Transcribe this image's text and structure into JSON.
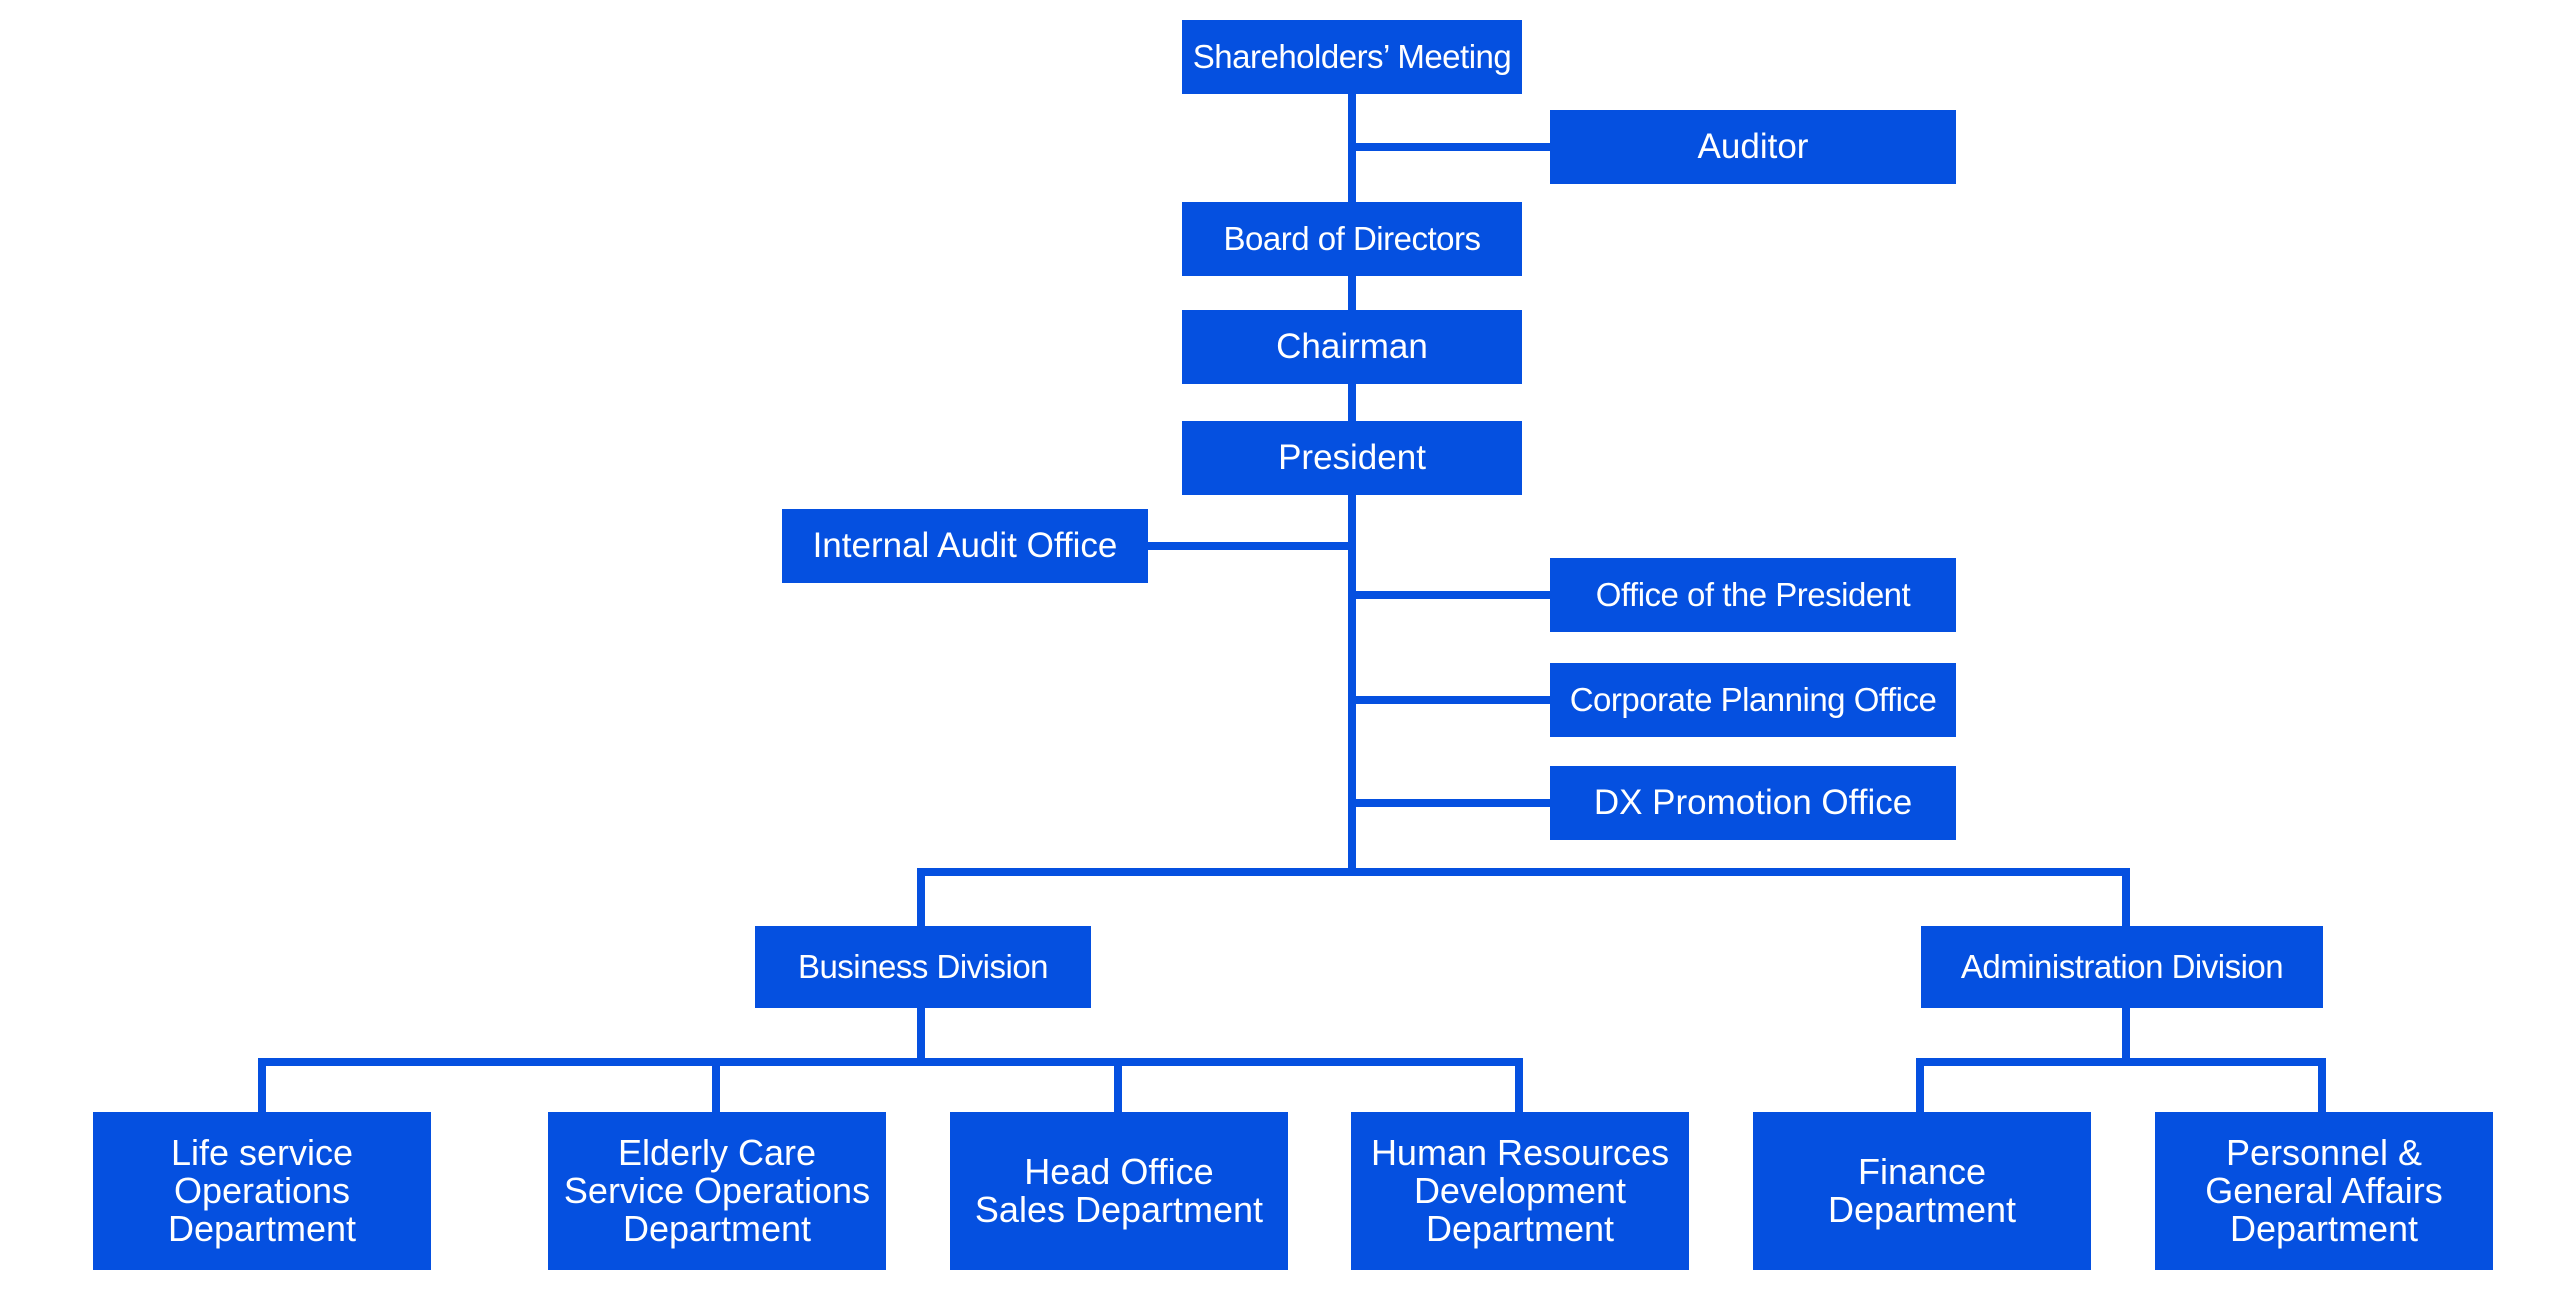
{
  "diagram": {
    "colors": {
      "box": "#0550e0",
      "line": "#0550e0",
      "text": "#ffffff",
      "background": "#ffffff"
    },
    "nodes": {
      "shareholders": "Shareholders’ Meeting",
      "auditor": "Auditor",
      "board": "Board of Directors",
      "chairman": "Chairman",
      "president": "President",
      "internal_audit": "Internal Audit Office",
      "office_president": "Office of the President",
      "corporate_planning": "Corporate Planning Office",
      "dx_promotion": "DX Promotion Office",
      "business_division": "Business Division",
      "administration_division": "Administration Division",
      "life_service": [
        "Life service",
        "Operations",
        "Department"
      ],
      "elderly_care": [
        "Elderly Care",
        "Service Operations",
        "Department"
      ],
      "head_office_sales": [
        "Head Office",
        "Sales Department"
      ],
      "human_resources": [
        "Human Resources",
        "Development",
        "Department"
      ],
      "finance": [
        "Finance",
        "Department"
      ],
      "personnel_general": [
        "Personnel &",
        "General Affairs",
        "Department"
      ]
    }
  }
}
